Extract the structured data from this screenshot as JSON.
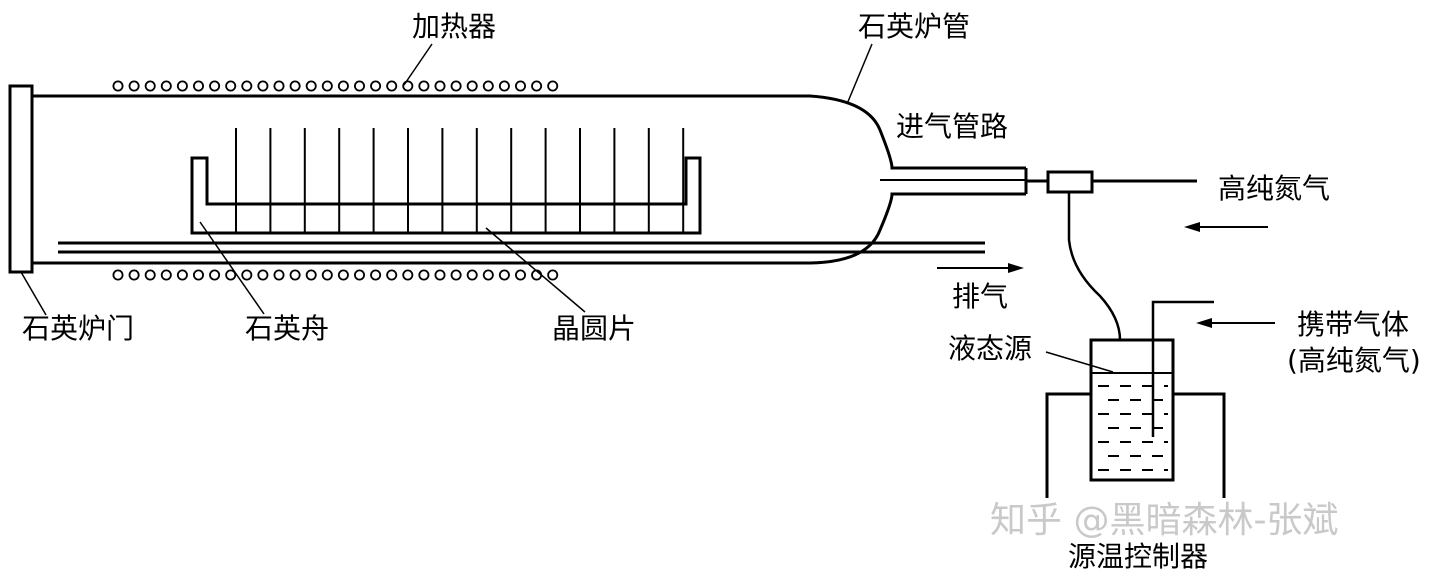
{
  "labels": {
    "heater": "加热器",
    "furnace_tube": "石英炉管",
    "gas_inlet": "进气管路",
    "high_purity_n2": "高纯氮气",
    "exhaust": "排气",
    "furnace_door": "石英炉门",
    "boat": "石英舟",
    "wafer": "晶圆片",
    "carrier_gas": "携带气体",
    "carrier_gas_note": "(高纯氮气)",
    "liquid_source": "液态源",
    "source_temp_controller": "源温控制器"
  },
  "watermark": "知乎 @黑暗森林-张斌",
  "colors": {
    "line": "#000000",
    "watermark": "#c9c9c9"
  }
}
